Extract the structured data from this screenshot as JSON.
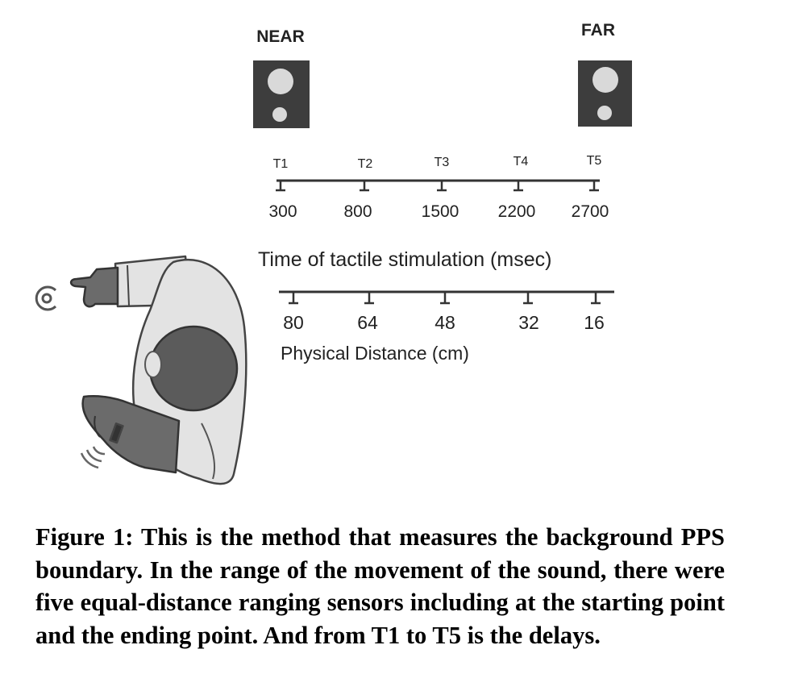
{
  "speakers": {
    "near_label": "NEAR",
    "far_label": "FAR"
  },
  "timeline": {
    "markers": [
      "T1",
      "T2",
      "T3",
      "T4",
      "T5"
    ],
    "times": [
      "300",
      "800",
      "1500",
      "2200",
      "2700"
    ],
    "label": "Time of tactile stimulation (msec)"
  },
  "distance": {
    "values": [
      "80",
      "64",
      "48",
      "32",
      "16"
    ],
    "label": "Physical Distance (cm)"
  },
  "caption": "Figure 1: This is the method that measures the background PPS boundary. In the range of the movement of the sound, there were five equal-distance ranging sensors including at the starting point and the ending point. And from T1 to T5 is the delays.",
  "colors": {
    "speaker_box": "#3d3d3d",
    "speaker_cone": "#d9d9d9",
    "body_fill": "#e3e3e3",
    "head_fill": "#5b5b5b",
    "arm_fill": "#6b6b6b",
    "line": "#333333"
  }
}
